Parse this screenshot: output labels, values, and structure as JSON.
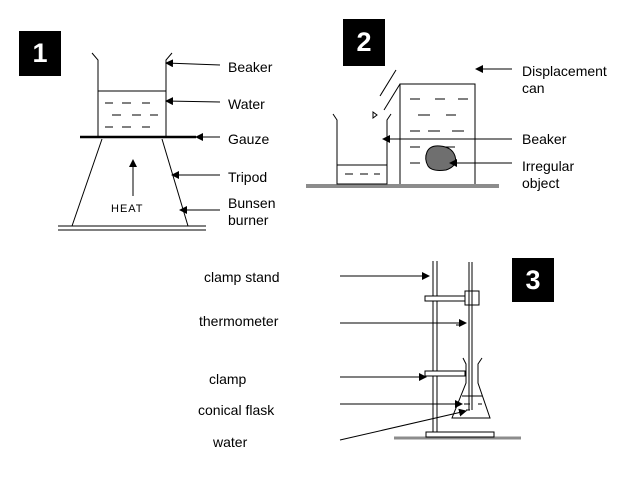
{
  "diagram1": {
    "number": "1",
    "labels": {
      "beaker": "Beaker",
      "water": "Water",
      "gauze": "Gauze",
      "tripod": "Tripod",
      "bunsen1": "Bunsen",
      "bunsen2": "burner",
      "heat": "HEAT"
    }
  },
  "diagram2": {
    "number": "2",
    "labels": {
      "displacement1": "Displacement",
      "displacement2": "can",
      "beaker": "Beaker",
      "irregular1": "Irregular",
      "irregular2": "object"
    }
  },
  "diagram3": {
    "number": "3",
    "labels": {
      "clamp_stand": "clamp stand",
      "thermometer": "thermometer",
      "clamp": "clamp",
      "conical_flask": "conical flask",
      "water": "water"
    }
  },
  "colors": {
    "ink": "#000000",
    "bench": "#8c8c8c",
    "object": "#6f6f6f"
  }
}
